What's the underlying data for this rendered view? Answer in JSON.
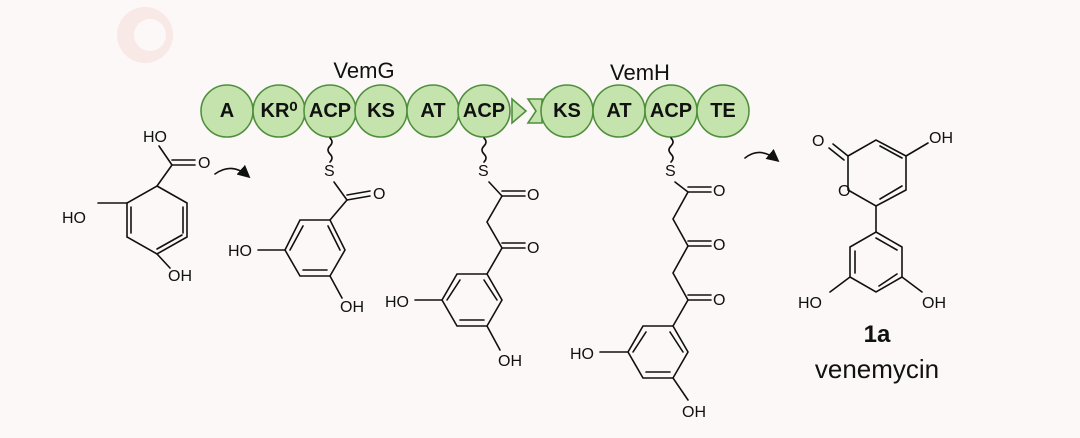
{
  "modules": {
    "vemg": {
      "label": "VemG",
      "domains": [
        "A",
        "KR⁰",
        "ACP",
        "KS",
        "AT",
        "ACP"
      ]
    },
    "vemh": {
      "label": "VemH",
      "domains": [
        "KS",
        "AT",
        "ACP",
        "TE"
      ]
    }
  },
  "atoms": {
    "ho": "HO",
    "oh": "OH",
    "o": "O",
    "s": "S"
  },
  "product": {
    "number": "1a",
    "name": "venemycin"
  },
  "colors": {
    "domain_fill": "#c5e3ad",
    "domain_stroke": "#4f8f3c",
    "background": "#fcf8f7"
  }
}
